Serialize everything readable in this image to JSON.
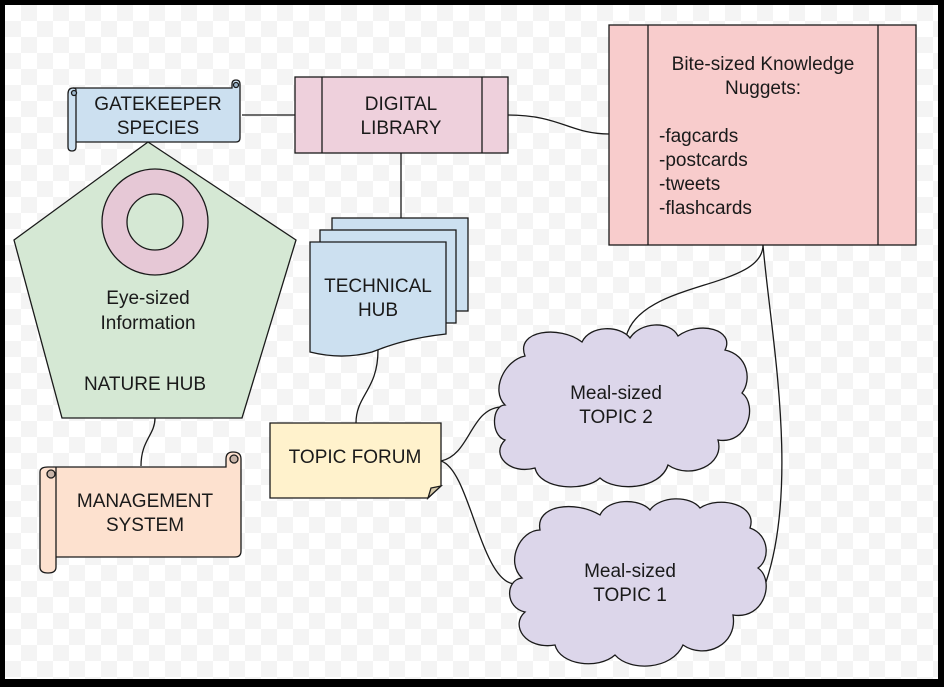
{
  "diagram": {
    "nodes": {
      "gatekeeper": {
        "lines": [
          "GATEKEEPER",
          "SPECIES"
        ],
        "fill": "#cce0f0",
        "shape": "scroll"
      },
      "digital_library": {
        "lines": [
          "DIGITAL",
          "LIBRARY"
        ],
        "fill": "#eed0dc",
        "shape": "process"
      },
      "bite_sized": {
        "title_lines": [
          "Bite-sized Knowledge",
          "Nuggets:"
        ],
        "items": [
          "-fagcards",
          "-postcards",
          "-tweets",
          "-flashcards"
        ],
        "fill": "#f8cccc",
        "shape": "process"
      },
      "nature_hub": {
        "lines": [
          "Eye-sized",
          "Information"
        ],
        "footer": "NATURE HUB",
        "fill": "#d5e8d4",
        "ring_fill": "#e6c8d6",
        "shape": "pentagon"
      },
      "technical_hub": {
        "lines": [
          "TECHNICAL",
          "HUB"
        ],
        "fill": "#cce0f0",
        "shape": "multi-document"
      },
      "topic_forum": {
        "lines": [
          "TOPIC FORUM"
        ],
        "fill": "#fff2cc",
        "shape": "note"
      },
      "management": {
        "lines": [
          "MANAGEMENT",
          "SYSTEM"
        ],
        "fill": "#fde1cf",
        "shape": "scroll"
      },
      "topic2": {
        "lines": [
          "Meal-sized",
          "TOPIC 2"
        ],
        "fill": "#dcd6ea",
        "shape": "cloud"
      },
      "topic1": {
        "lines": [
          "Meal-sized",
          "TOPIC 1"
        ],
        "fill": "#dcd6ea",
        "shape": "cloud"
      }
    },
    "edges": [
      {
        "from": "gatekeeper",
        "to": "digital_library"
      },
      {
        "from": "digital_library",
        "to": "bite_sized"
      },
      {
        "from": "digital_library",
        "to": "technical_hub"
      },
      {
        "from": "technical_hub",
        "to": "topic_forum"
      },
      {
        "from": "nature_hub",
        "to": "management"
      },
      {
        "from": "topic_forum",
        "to": "topic2"
      },
      {
        "from": "topic_forum",
        "to": "topic1"
      },
      {
        "from": "bite_sized",
        "to": "topic2"
      },
      {
        "from": "bite_sized",
        "to": "topic1"
      }
    ],
    "stroke": "#1a1a1a"
  }
}
